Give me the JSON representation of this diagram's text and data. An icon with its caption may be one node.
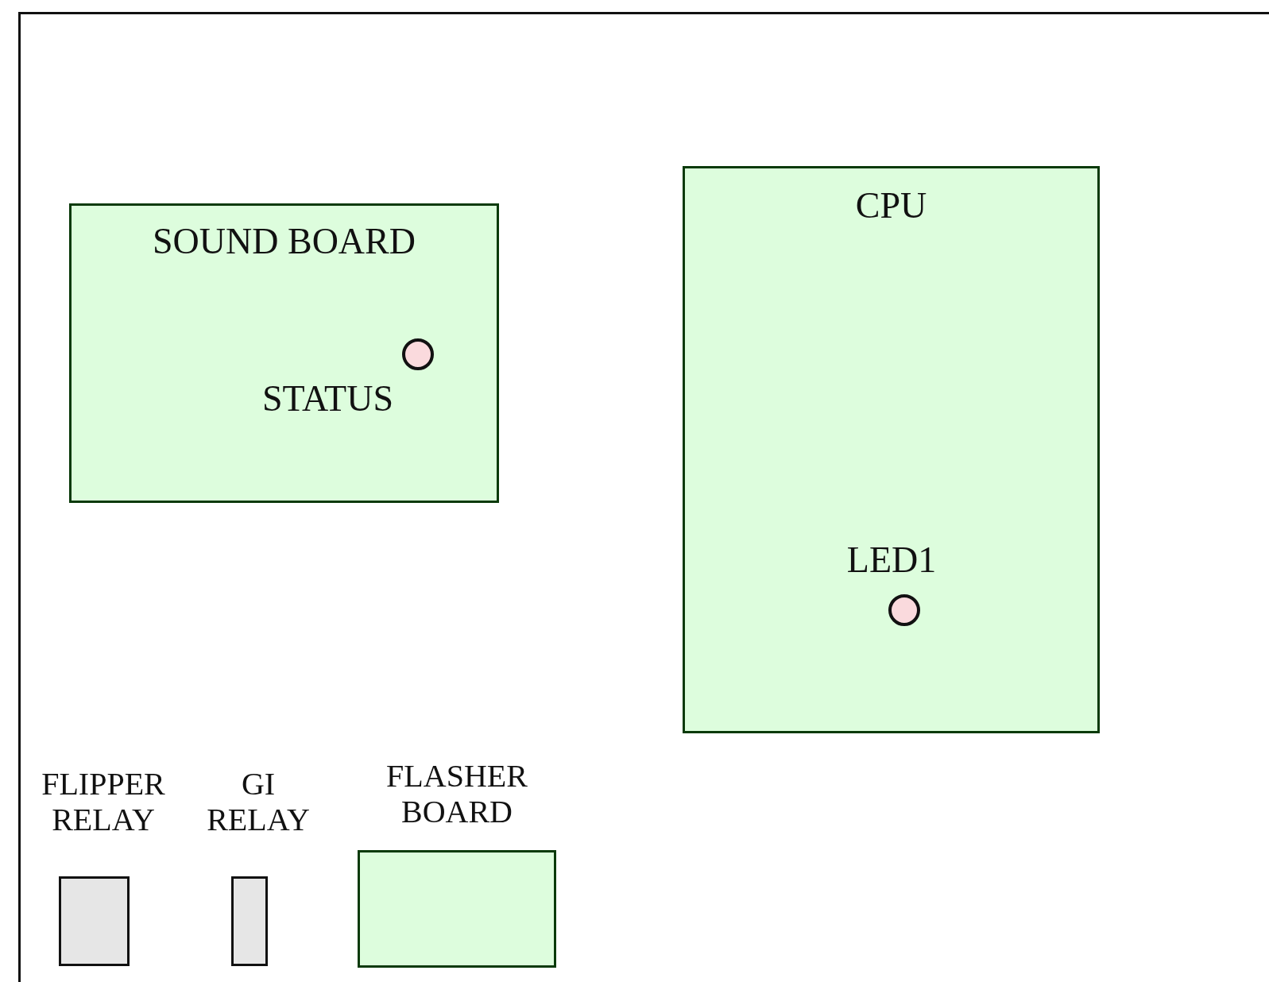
{
  "diagram": {
    "nodes": [
      {
        "text": [
          "SOUND BOARD"
        ]
      },
      {
        "text": [
          "STATUS"
        ],
        "in": 0
      },
      {
        "text": [
          "CPU"
        ]
      },
      {
        "text": [
          "LED1"
        ],
        "in": 2
      },
      {
        "text": [
          "FLIPPER RELAY"
        ]
      },
      {
        "text": [
          "GI RELAY"
        ]
      },
      {
        "text": [
          "FLASHER BOARD"
        ]
      }
    ],
    "edges": []
  }
}
